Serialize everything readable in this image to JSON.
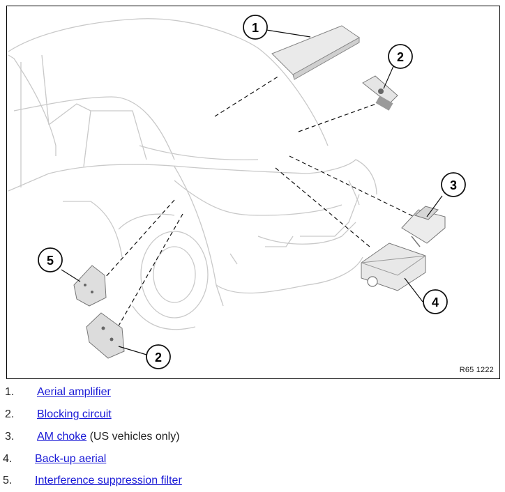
{
  "figure": {
    "reference": "R65 1222",
    "callouts": [
      "1",
      "2",
      "3",
      "4",
      "5",
      "2"
    ]
  },
  "legend": [
    {
      "num": "1.",
      "link": "Aerial amplifier",
      "suffix": ""
    },
    {
      "num": "2.",
      "link": "Blocking circuit",
      "suffix": ""
    },
    {
      "num": "3.",
      "link": "AM choke",
      "suffix": " (US vehicles only)"
    },
    {
      "num": "4.",
      "link": "Back-up aerial",
      "suffix": ""
    },
    {
      "num": "5.",
      "link": "Interference suppression filter",
      "suffix": ""
    }
  ]
}
